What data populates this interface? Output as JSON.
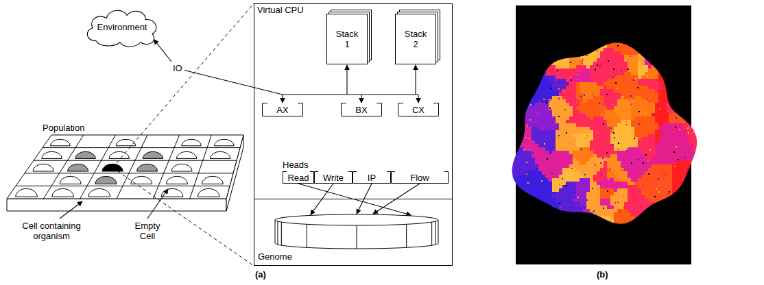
{
  "diagram": {
    "nodes": [
      {
        "text": [
          "Environment"
        ]
      },
      {
        "text": [
          "Virtual CPU"
        ]
      },
      {
        "text": [
          "Stack 1"
        ],
        "in": 1
      },
      {
        "text": [
          "Stack 2"
        ],
        "in": 1
      },
      {
        "text": [
          "AX"
        ],
        "in": 1
      },
      {
        "text": [
          "BX"
        ],
        "in": 1
      },
      {
        "text": [
          "CX"
        ],
        "in": 1
      },
      {
        "text": [
          "Heads"
        ],
        "in": 1
      },
      {
        "text": [
          "Read"
        ],
        "in": 7
      },
      {
        "text": [
          "Write"
        ],
        "in": 7
      },
      {
        "text": [
          "IP"
        ],
        "in": 7
      },
      {
        "text": [
          "Flow"
        ],
        "in": 7
      },
      {
        "text": [
          "Genome"
        ],
        "in": 1
      }
    ],
    "edges": [
      {
        "from": 8,
        "to": 12,
        "arrow": "to"
      },
      {
        "from": 9,
        "to": 12,
        "arrow": "to"
      },
      {
        "from": 10,
        "to": 12,
        "arrow": "to"
      },
      {
        "from": 11,
        "to": 12,
        "arrow": "to"
      }
    ],
    "labels": [
      "IO",
      "Population",
      "Cell containing organism",
      "Empty Cell",
      "(a)",
      "(b)"
    ]
  }
}
